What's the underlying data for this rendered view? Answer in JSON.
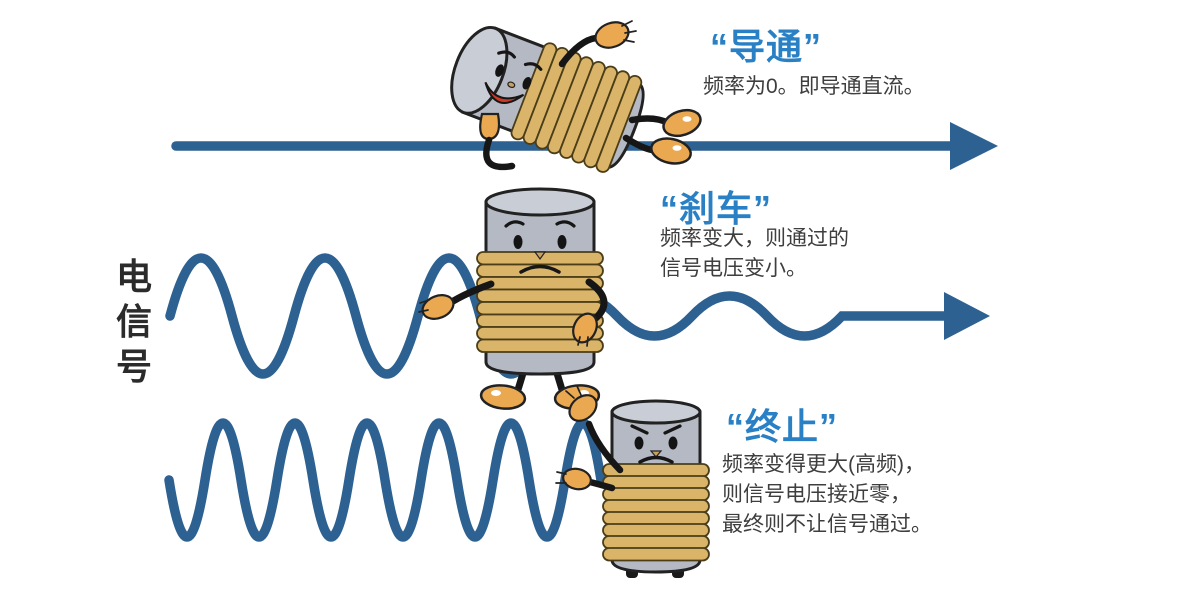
{
  "signal_label": {
    "text": "电信号",
    "chars": [
      "电",
      "信",
      "号"
    ]
  },
  "sections": [
    {
      "id": "conduction",
      "heading": "“导通”",
      "description": "频率为0。即导通直流。",
      "character": "happy-lying-inductor",
      "wave": "dc-straight-arrow"
    },
    {
      "id": "brake",
      "heading": "“刹车”",
      "description": "频率变大，则通过的\n信号电压变小。",
      "character": "worried-standing-inductor",
      "wave": "low-frequency-attenuated-wave"
    },
    {
      "id": "stop",
      "heading": "“终止”",
      "description": "频率变得更大(高频)，\n则信号电压接近零，\n最终则不让信号通过。",
      "character": "angry-blocking-inductor",
      "wave": "high-frequency-blocked-wave"
    }
  ],
  "colors": {
    "wave_blue": "#2d6191",
    "heading_blue": "#2a80c5",
    "text_dark": "#3e3e3e",
    "body_gray": "#b5b9c3",
    "body_gray_light": "#c9ced6",
    "coil_gold": "#d9b469",
    "coil_outline": "#4a3d18",
    "limb_orange": "#eaa851",
    "outline_dark": "#222222",
    "mouth_red": "#ce3a28"
  }
}
